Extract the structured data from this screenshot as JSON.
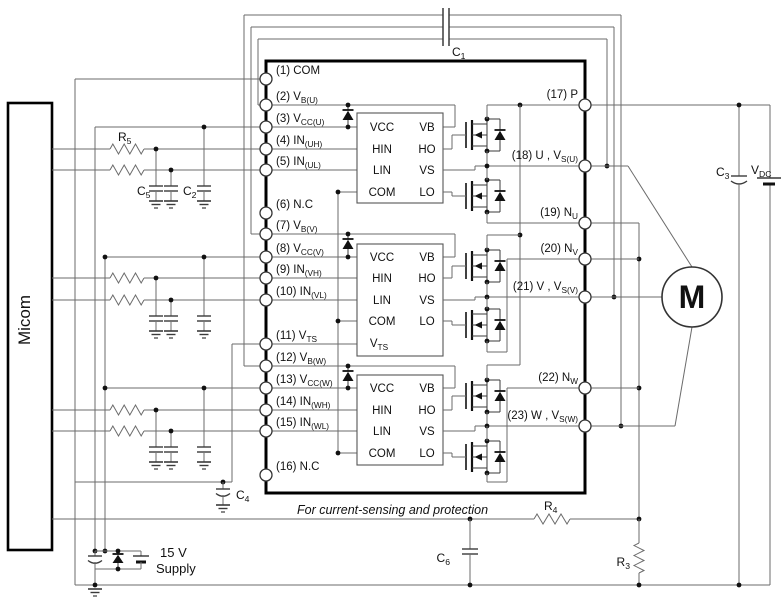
{
  "micom": {
    "label": "Micom"
  },
  "motor": {
    "label": "M"
  },
  "note": "For current-sensing and protection",
  "supply": {
    "line1": "15 V",
    "line2": "Supply"
  },
  "ic": {
    "left_pins": [
      {
        "t": "(1) COM"
      },
      {
        "t": "(2) V",
        "s": "B(U)"
      },
      {
        "t": "(3) V",
        "s": "CC(U)"
      },
      {
        "t": "(4) IN",
        "s": "(UH)"
      },
      {
        "t": "(5) IN",
        "s": "(UL)"
      },
      {
        "t": "(6) N.C"
      },
      {
        "t": "(7) V",
        "s": "B(V)"
      },
      {
        "t": "(8) V",
        "s": "CC(V)"
      },
      {
        "t": "(9) IN",
        "s": "(VH)"
      },
      {
        "t": "(10) IN",
        "s": "(VL)"
      },
      {
        "t": "(11) V",
        "s": "TS"
      },
      {
        "t": "(12) V",
        "s": "B(W)"
      },
      {
        "t": "(13) V",
        "s": "CC(W)"
      },
      {
        "t": "(14) IN",
        "s": "(WH)"
      },
      {
        "t": "(15) IN",
        "s": "(WL)"
      },
      {
        "t": "(16) N.C"
      }
    ],
    "right_pins": [
      {
        "t": "(17) P"
      },
      {
        "t": "(18) U , V",
        "s": "S(U)"
      },
      {
        "t": "(19) N",
        "s": "U"
      },
      {
        "t": "(20) N",
        "s": "V"
      },
      {
        "t": "(21) V , V",
        "s": "S(V)"
      },
      {
        "t": "(22) N",
        "s": "W"
      },
      {
        "t": "(23) W , V",
        "s": "S(W)"
      }
    ],
    "driver_left": [
      "VCC",
      "HIN",
      "LIN",
      "COM"
    ],
    "driver_right": [
      "VB",
      "HO",
      "VS",
      "LO"
    ],
    "vts": {
      "t": "V",
      "s": "TS"
    }
  },
  "components": {
    "c1": {
      "t": "C",
      "s": "1"
    },
    "c2": {
      "t": "C",
      "s": "2"
    },
    "c3": {
      "t": "C",
      "s": "3"
    },
    "c4": {
      "t": "C",
      "s": "4"
    },
    "c5": {
      "t": "C",
      "s": "5"
    },
    "c6": {
      "t": "C",
      "s": "6"
    },
    "r3": {
      "t": "R",
      "s": "3"
    },
    "r4": {
      "t": "R",
      "s": "4"
    },
    "r5": {
      "t": "R",
      "s": "5"
    },
    "vdc": {
      "t": "V",
      "s": "DC"
    }
  },
  "colors": {
    "wire": "#6b6b6b",
    "bold": "#000000",
    "component": "#3a3a3a",
    "text": "#111111",
    "background": "#ffffff"
  }
}
